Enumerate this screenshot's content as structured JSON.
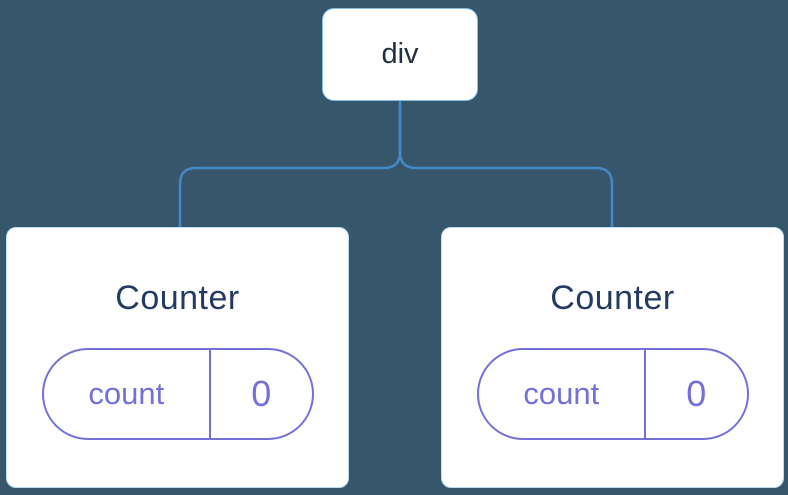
{
  "diagram": {
    "root": {
      "label": "div"
    },
    "children": [
      {
        "title": "Counter",
        "state": {
          "key": "count",
          "value": "0"
        }
      },
      {
        "title": "Counter",
        "state": {
          "key": "count",
          "value": "0"
        }
      }
    ]
  },
  "colors": {
    "background": "#35566B",
    "connector": "#4588C7",
    "node_bg": "#FFFFFF",
    "node_border": "#83BFEA",
    "card_border": "#BCDFF7",
    "root_label_color": "#23303F",
    "title_color": "#233B60",
    "state_color": "#7470DA"
  }
}
